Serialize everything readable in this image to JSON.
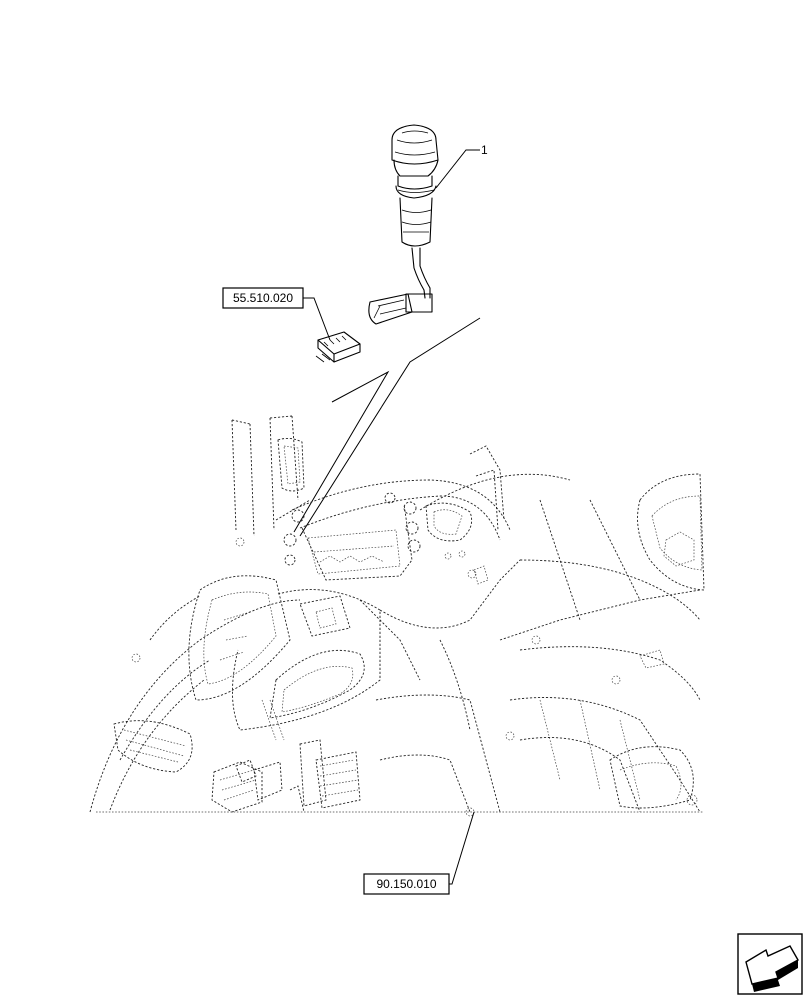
{
  "callouts": {
    "part_number": "1"
  },
  "references": {
    "connector_ref": "55.510.020",
    "cab_ref": "90.150.010"
  },
  "icons": {
    "corner": "arrow-indicator-icon"
  },
  "colors": {
    "line": "#000000",
    "background": "#ffffff"
  }
}
